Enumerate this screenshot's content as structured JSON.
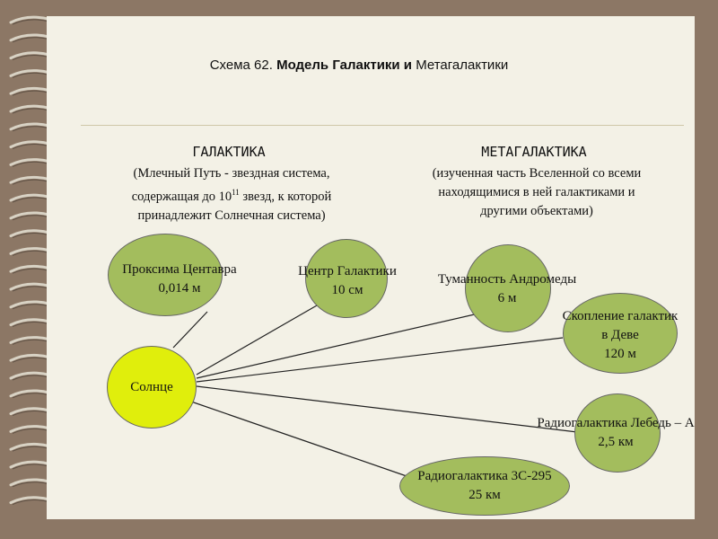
{
  "title": {
    "prefix": "Схема 62.",
    "bold": "Модель Галактики и",
    "suffix": "Метагалактики"
  },
  "galaxy": {
    "heading": "ГАЛАКТИКА",
    "line1": "(Млечный Путь - звездная система,",
    "line2_before": "содержащая до 10",
    "line2_sup": "11",
    "line2_after": " звезд, к которой",
    "line3": "принадлежит Солнечная система)"
  },
  "metagalaxy": {
    "heading": "МЕТАГАЛАКТИКА",
    "line1": "(изученная часть Вселенной со всеми",
    "line2": "находящимися в ней галактиками и",
    "line3": "другими объектами)"
  },
  "nodes": {
    "sun": {
      "name": "Солнце"
    },
    "proxima": {
      "name": "Проксима Центавра",
      "distance": "0,014 м"
    },
    "center": {
      "name": "Центр Галактики",
      "distance": "10 см"
    },
    "andromeda": {
      "name": "Туманность Андромеды",
      "distance": "6 м"
    },
    "virgo": {
      "name1": "Скопление галактик",
      "name2": "в Деве",
      "distance": "120 м"
    },
    "cygnus": {
      "name": "Радиогалактика Лебедь – А",
      "distance": "2,5 км"
    },
    "c3295": {
      "name": "Радиогалактика 3С-295",
      "distance": "25 км"
    }
  },
  "colors": {
    "background": "#8c7765",
    "paper": "#f3f1e6",
    "node_fill": "#a3bd5d",
    "sun_fill": "#e0ee0c",
    "line": "#222222"
  }
}
